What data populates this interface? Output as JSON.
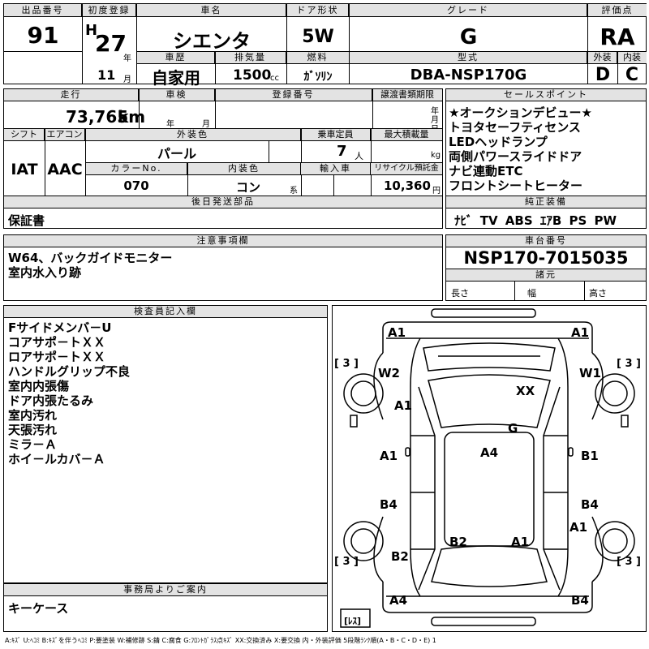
{
  "header": {
    "lot_label": "出品番号",
    "lot_no": "91",
    "first_reg_label": "初度登録",
    "era": "H",
    "year": "27",
    "year_unit": "年",
    "month": "11",
    "month_unit": "月",
    "model_label": "車名",
    "model": "シエンタ",
    "door_label": "ドア形状",
    "door": "5W",
    "grade_label": "グレード",
    "grade": "G",
    "score_label": "評価点",
    "score": "RA",
    "history_label": "車歴",
    "history": "自家用",
    "displacement_label": "排気量",
    "displacement": "1500",
    "cc_unit": "cc",
    "fuel_label": "燃料",
    "fuel": "ｶﾞｿﾘﾝ",
    "type_label": "型式",
    "type": "DBA-NSP170G",
    "ext_label": "外装",
    "ext": "D",
    "int_label": "内装",
    "int": "C"
  },
  "row2": {
    "mileage_label": "走行",
    "mileage": "73,765",
    "km_unit": "km",
    "inspection_label": "車検",
    "ins_year_unit": "年",
    "ins_month_unit": "月",
    "reg_no_label": "登録番号",
    "transfer_label": "譲渡書類期限",
    "tr_year_unit": "年",
    "tr_month_unit": "月",
    "tr_day_unit": "日",
    "shift_label": "シフト",
    "shift": "IAT",
    "ac_label": "エアコン",
    "ac": "AAC",
    "color_label": "外装色",
    "color": "パール",
    "capacity_label": "乗車定員",
    "capacity": "7",
    "capacity_unit": "人",
    "load_label": "最大積載量",
    "load_unit": "kg",
    "color_no_label": "カラーNo.",
    "color_no": "070",
    "int_color_label": "内装色",
    "int_color": "コン",
    "int_color_unit": "系",
    "import_label": "輸入車",
    "recycle_label": "リサイクル預託金",
    "recycle": "10,360",
    "recycle_unit": "円",
    "sales_label": "セールスポイント",
    "sales": [
      "★オークションデビュー★",
      "トヨタセーフティセンス",
      "LEDヘッドランプ",
      "両側パワースライドドア",
      "ナビ連動ETC",
      "フロントシートヒーター"
    ],
    "parts_label": "後日発送部品",
    "parts": "保証書",
    "equip_label": "純正装備",
    "equip": "ﾅﾋﾞ TV ABS ｴｱB PS PW"
  },
  "notes": {
    "caution_label": "注意事項欄",
    "caution": [
      "W64、バックガイドモニター",
      "室内水入り跡"
    ],
    "chassis_label": "車台番号",
    "chassis": "NSP170-7015035",
    "dims_label": "諸元",
    "length_label": "長さ",
    "width_label": "幅",
    "height_label": "高さ"
  },
  "inspector": {
    "label": "検査員記入欄",
    "lines": [
      "Fサイドメンバ－U",
      "コアサポ－トＸＸ",
      "ロアサポ－トＸＸ",
      "ハンドルグリップ不良",
      "室内内張傷",
      "ドア内張たるみ",
      "室内汚れ",
      "天張汚れ",
      "ミラ－Ａ",
      "ホイ－ルカバ－Ａ"
    ]
  },
  "diagram": {
    "marks": [
      "A1",
      "A1",
      "W2",
      "W1",
      "XX",
      "A1",
      "G",
      "A1",
      "A4",
      "B1",
      "B4",
      "B4",
      "A1",
      "B2",
      "A1",
      "B2",
      "A4",
      "B4"
    ],
    "tires": [
      "[ 3 ]",
      "[ 3 ]",
      "[ 3 ]",
      "[ 3 ]"
    ],
    "spare": "[ﾚｽ]"
  },
  "office": {
    "label": "事務局よりご案内",
    "text": "キーケース"
  },
  "legend": "A:ｷｽﾞ U:ﾍｺﾐ B:ｷｽﾞを伴うﾍｺﾐ P:要塗装 W:補修跡 S:錆 C:腐食 G:ﾌﾛﾝﾄｶﾞﾗｽ点ｷｽﾞ XX:交換済み X:要交換 内・外装評価 5段階ﾗﾝｸ順(A・B・C・D・E) 1"
}
